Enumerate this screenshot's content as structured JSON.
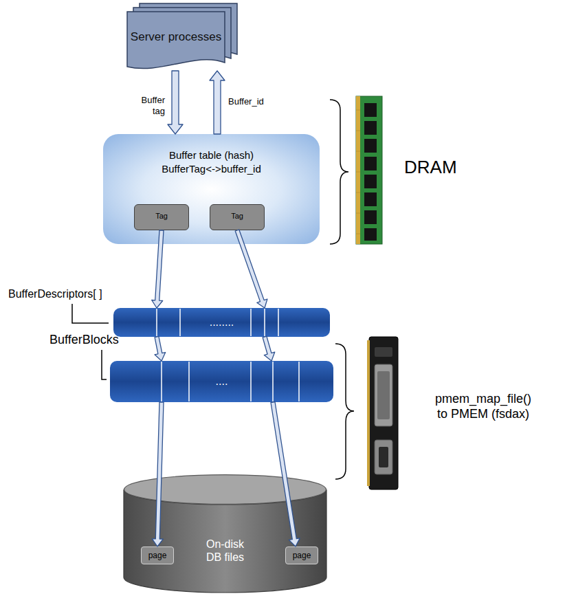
{
  "diagram": {
    "nodes": [
      {
        "text": [
          "Server processes"
        ]
      },
      {
        "text": [
          "Buffer table (hash)",
          "BufferTag<->buffer_id"
        ]
      },
      {
        "text": [
          "Tag"
        ],
        "in": 1
      },
      {
        "text": [
          "Tag"
        ],
        "in": 1
      },
      {
        "text": [
          "........"
        ]
      },
      {
        "text": [
          "...."
        ]
      },
      {
        "text": [
          "On-disk DB files"
        ]
      },
      {
        "text": [
          "page"
        ],
        "in": 6
      },
      {
        "text": [
          "page"
        ],
        "in": 6
      }
    ],
    "edges": [
      {
        "from": 0,
        "to": 1,
        "arrow": "to",
        "label": "Buffer tag"
      },
      {
        "from": 1,
        "to": 0,
        "arrow": "to",
        "label": "Buffer_id"
      },
      {
        "from": 2,
        "to": 4,
        "arrow": "to"
      },
      {
        "from": 3,
        "to": 4,
        "arrow": "to"
      },
      {
        "from": 4,
        "to": 5,
        "arrow": "to"
      },
      {
        "from": 4,
        "to": 5,
        "arrow": "to"
      },
      {
        "from": 5,
        "to": 7,
        "arrow": "to"
      },
      {
        "from": 5,
        "to": 8,
        "arrow": "to"
      }
    ],
    "labels": [
      "BufferDescriptors[ ]",
      "BufferBlocks",
      "DRAM",
      "pmem_map_file() to PMEM (fsdax)"
    ]
  }
}
